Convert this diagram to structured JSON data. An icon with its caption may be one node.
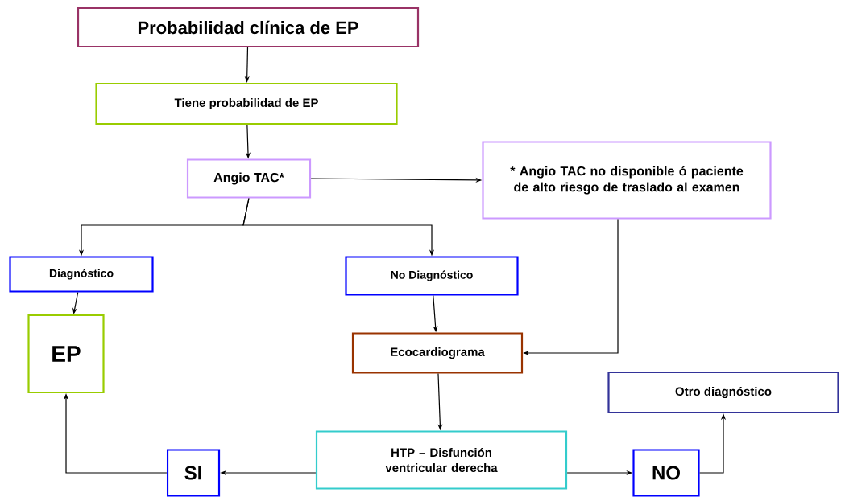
{
  "diagram": {
    "nodes": [
      {
        "text": [
          "Probabilidad clínica de EP"
        ]
      },
      {
        "text": [
          "Tiene probabilidad de EP"
        ]
      },
      {
        "text": [
          "Angio TAC*"
        ]
      },
      {
        "text": [
          "* Angio TAC no disponible ó paciente de alto riesgo de traslado al examen"
        ]
      },
      {
        "text": [
          "Diagnóstico"
        ]
      },
      {
        "text": [
          "No Diagnóstico"
        ]
      },
      {
        "text": [
          "EP"
        ]
      },
      {
        "text": [
          "Ecocardiograma"
        ]
      },
      {
        "text": [
          "Otro diagnóstico"
        ]
      },
      {
        "text": [
          "HTP – Disfunción ventricular derecha"
        ]
      },
      {
        "text": [
          "SI"
        ]
      },
      {
        "text": [
          "NO"
        ]
      }
    ],
    "edges": [
      {
        "from": 0,
        "to": 1,
        "arrow": "to"
      },
      {
        "from": 1,
        "to": 2,
        "arrow": "to"
      },
      {
        "from": 2,
        "to": 3,
        "arrow": "to"
      },
      {
        "from": 2,
        "to": 4,
        "arrow": "to"
      },
      {
        "from": 2,
        "to": 5,
        "arrow": "to"
      },
      {
        "from": 4,
        "to": 6,
        "arrow": "to"
      },
      {
        "from": 5,
        "to": 7,
        "arrow": "to"
      },
      {
        "from": 3,
        "to": 7,
        "arrow": "to"
      },
      {
        "from": 7,
        "to": 9,
        "arrow": "to"
      },
      {
        "from": 9,
        "to": 10,
        "arrow": "to"
      },
      {
        "from": 10,
        "to": 6,
        "arrow": "to"
      },
      {
        "from": 9,
        "to": 11,
        "arrow": "to"
      },
      {
        "from": 11,
        "to": 8,
        "arrow": "to"
      }
    ]
  }
}
